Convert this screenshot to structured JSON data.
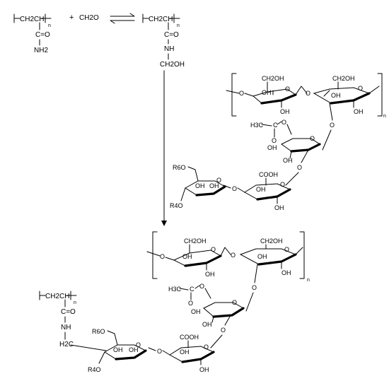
{
  "reaction_top": {
    "polyacrylamide": {
      "chain": "CH2CH",
      "subscript_n": "n",
      "carbonyl": "C=O",
      "amide": "NH2"
    },
    "plus": "+",
    "reagent": "CH2O",
    "equilibrium_arrow": "⇌",
    "methylol_product": {
      "chain": "CH2CH",
      "subscript_n": "n",
      "carbonyl": "C=O",
      "nh": "NH",
      "ch2oh": "CH2OH"
    }
  },
  "polysaccharide_reactant": {
    "backbone_units": [
      {
        "top": "CH2OH",
        "oh_left": "OH",
        "oh_bottom": "OH"
      },
      {
        "top": "CH2OH",
        "oh_right": "OH",
        "oh_bottom": "OH"
      }
    ],
    "backbone_subscript": "n",
    "branch_acetyl": "H3C",
    "branch_acetyl_carbonyl": "C",
    "branch_unit": {
      "oh_left": "OH",
      "oh_bottom": "OH"
    },
    "uronic_unit": {
      "carboxyl": "COOH",
      "oh_left": "OH",
      "oh_bottom": "OH"
    },
    "terminal_unit": {
      "r6": "R6O",
      "r4": "R4O",
      "oh_a": "OH",
      "oh_b": "OH"
    }
  },
  "product": {
    "backbone_units": [
      {
        "top": "CH2OH",
        "oh_left": "OH",
        "oh_bottom": "OH"
      },
      {
        "top": "CH2OH",
        "oh_right": "OH",
        "oh_bottom": "OH"
      }
    ],
    "backbone_subscript": "n",
    "branch_acetyl": "H3C",
    "branch_acetyl_carbonyl": "C",
    "branch_unit": {
      "oh_left": "OH",
      "oh_bottom": "OH"
    },
    "uronic_unit": {
      "carboxyl": "COOH",
      "oh_left": "OH",
      "oh_bottom": "OH"
    },
    "terminal_unit": {
      "r6": "R6O",
      "r4": "R4O",
      "oh_a": "OH",
      "oh_b": "OH"
    },
    "polyacrylamide": {
      "chain": "CH2CH",
      "subscript_n": "n",
      "carbonyl": "C=O",
      "nh": "NH",
      "linker": "H2C"
    }
  },
  "glyph": {
    "o": "O",
    "eq_o": "=O"
  }
}
